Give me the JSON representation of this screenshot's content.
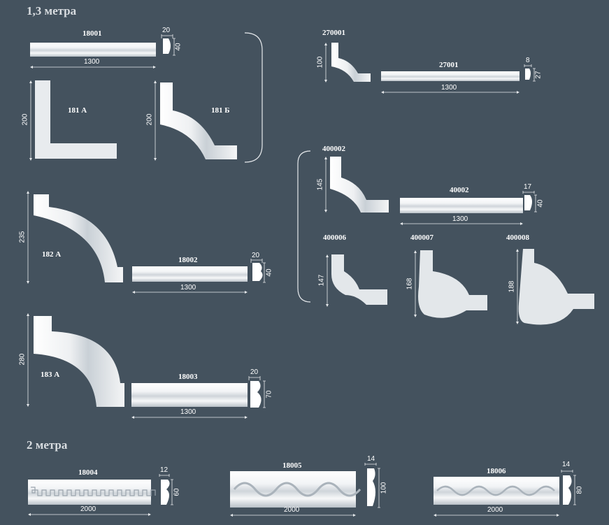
{
  "sections": {
    "s13": "1,3 метра",
    "s2": "2 метра"
  },
  "items": {
    "m18001": {
      "code": "18001",
      "length": "1300",
      "w": "20",
      "h": "40"
    },
    "c181a": {
      "code": "181 А",
      "size": "200"
    },
    "c181b": {
      "code": "181 Б",
      "size": "200"
    },
    "c182a": {
      "code": "182 А",
      "size": "235"
    },
    "m18002": {
      "code": "18002",
      "length": "1300",
      "w": "20",
      "h": "40"
    },
    "c183a": {
      "code": "183 А",
      "size": "280"
    },
    "m18003": {
      "code": "18003",
      "length": "1300",
      "w": "20",
      "h": "70"
    },
    "c270001": {
      "code": "270001",
      "size": "100"
    },
    "m27001": {
      "code": "27001",
      "length": "1300",
      "w": "8",
      "h": "27"
    },
    "c400002": {
      "code": "400002",
      "size": "145"
    },
    "m40002": {
      "code": "40002",
      "length": "1300",
      "w": "17",
      "h": "40"
    },
    "c400006": {
      "code": "400006",
      "size": "147"
    },
    "c400007": {
      "code": "400007",
      "size": "168"
    },
    "c400008": {
      "code": "400008",
      "size": "188"
    },
    "m18004": {
      "code": "18004",
      "length": "2000",
      "w": "12",
      "h": "60"
    },
    "m18005": {
      "code": "18005",
      "length": "2000",
      "w": "14",
      "h": "100"
    },
    "m18006": {
      "code": "18006",
      "length": "2000",
      "w": "14",
      "h": "80"
    }
  }
}
